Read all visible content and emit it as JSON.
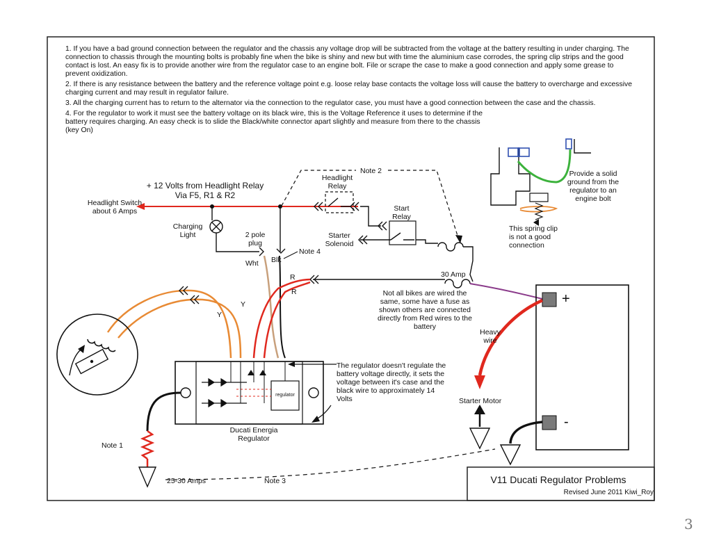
{
  "notes": [
    "1. If you have a bad ground connection between the regulator and the chassis any voltage drop will be subtracted from the voltage at the battery resulting in under charging. The connection to chassis through the mounting bolts is probably fine when the bike is shiny and new but with time the aluminium case corrodes, the spring clip strips and the good contact is lost. An easy fix is to provide another wire from the regulator case to an engine bolt. File or scrape the case to make a good connection and apply some grease to prevent oxidization.",
    "2. If there is any resistance between the battery and the reference voltage point e.g. loose relay base contacts the voltage loss will cause the battery to overcharge and excessive charging current and may result in regulator failure.",
    "3. All the charging current has to return to the alternator via the connection to the regulator case, you must have a good connection between the case and the chassis.",
    "4. For the regulator to work it must see the battery voltage on its black wire, this is the Voltage Reference it uses to determine if the battery requires charging. An easy check is to slide the Black/white connector apart slightly and measure from there to the chassis (key On)"
  ],
  "labels": {
    "plus12": "+ 12 Volts from Headlight Relay",
    "via": "Via F5, R1 & R2",
    "headlight_switch_1": "Headlight Switch",
    "headlight_switch_2": "about 6 Amps",
    "note2": "Note 2",
    "headlight_relay_1": "Headlight",
    "headlight_relay_2": "Relay",
    "start_relay_1": "Start",
    "start_relay_2": "Relay",
    "starter_solenoid_1": "Starter",
    "starter_solenoid_2": "Solenoid",
    "charging_light_1": "Charging",
    "charging_light_2": "Light",
    "plug_1": "2 pole",
    "plug_2": "plug",
    "note4": "Note 4",
    "blk": "Blk",
    "wht": "Wht",
    "r1": "R",
    "r2": "R",
    "y1": "Y",
    "y2": "Y",
    "amp30": "30 Amp",
    "not_all_bikes": "Not all bikes are wired the same, some have a fuse as shown others are connected directly from Red wires to the battery",
    "regulator_text": "The regulator doesn't regulate the battery voltage directly, it sets the voltage between it's case and the black wire to approximately 14 Volts",
    "regulator_box": "regulator",
    "ducati_1": "Ducati Energia",
    "ducati_2": "Regulator",
    "heavy_1": "Heavy",
    "heavy_2": "wire",
    "starter_motor": "Starter Motor",
    "plus": "+",
    "minus": "-",
    "note1": "Note 1",
    "note3": "Note 3",
    "amps": "25-30 Amps",
    "ground_1": "Provide a solid",
    "ground_2": "ground from the",
    "ground_3": "regulator to an",
    "ground_4": "engine bolt",
    "spring_1": "This spring clip",
    "spring_2": "is not a good",
    "spring_3": "connection"
  },
  "title": "V11 Ducati Regulator Problems",
  "revised": "Revised June 2011 Kiwi_Roy",
  "page_mark": "3",
  "colors": {
    "red_wire": "#e0281e",
    "orange_wire": "#e88a34",
    "tan_wire": "#c8a07c",
    "green_wire": "#3cb23c",
    "purple_wire": "#8a3a8a",
    "battery_terminal": "#7a7a7a",
    "blue_clip": "#3050b0"
  }
}
